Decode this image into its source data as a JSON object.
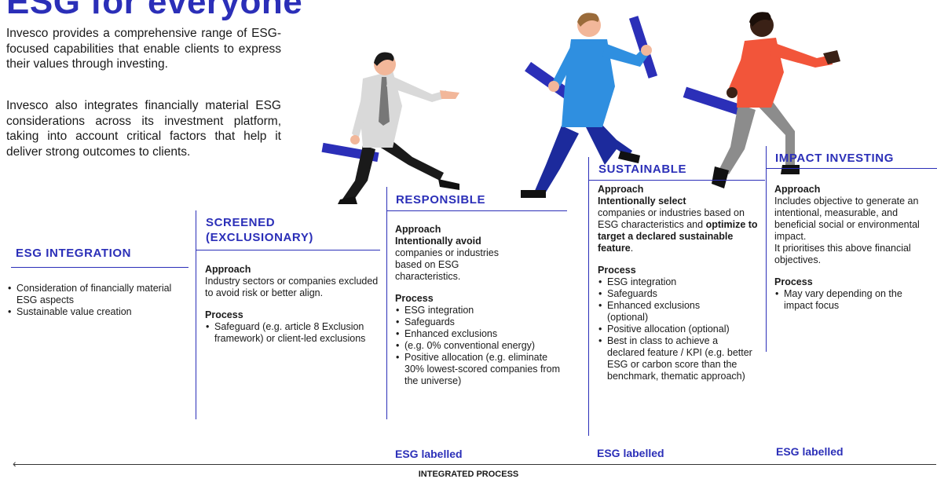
{
  "title": "ESG for everyone",
  "intro": {
    "p1": "Invesco provides a comprehensive range of ESG-focused capabilities that enable clients to express their values through investing.",
    "p2": "Invesco also integrates financially material ESG considerations across its investment platform, taking into account critical factors that help it deliver strong outcomes to clients."
  },
  "columns": [
    {
      "title": "ESG INTEGRATION",
      "process_items": [
        "Consideration of financially material ESG aspects",
        "Sustainable value creation"
      ]
    },
    {
      "title": "SCREENED (EXCLUSIONARY)",
      "approach_label": "Approach",
      "approach_text": "Industry sectors or companies excluded to avoid risk or better align.",
      "process_label": "Process",
      "process_items": [
        "Safeguard (e.g. article 8 Exclusion framework) or client-led exclusions"
      ]
    },
    {
      "title": "RESPONSIBLE",
      "approach_label": "Approach",
      "approach_bold": "Intentionally avoid",
      "approach_text": "companies or industries based on ESG characteristics.",
      "process_label": "Process",
      "process_items": [
        "ESG integration",
        "Safeguards",
        "Enhanced exclusions",
        "(e.g. 0% conventional energy)",
        "Positive allocation (e.g. eliminate 30% lowest-scored companies from the universe)"
      ],
      "footer": "ESG labelled"
    },
    {
      "title": "SUSTAINABLE",
      "approach_label": "Approach",
      "approach_bold": "Intentionally select",
      "approach_text": "companies or industries based on ESG characteristics and",
      "approach_bold2": "optimize to target a declared sustainable feature",
      "approach_end": ".",
      "process_label": "Process",
      "process_items": [
        "ESG integration",
        "Safeguards",
        "Enhanced exclusions (optional)",
        "Positive allocation (optional)",
        "Best in class to achieve a declared feature / KPI (e.g. better ESG or carbon score than the benchmark, thematic approach)"
      ],
      "footer": "ESG labelled"
    },
    {
      "title": "IMPACT INVESTING",
      "approach_label": "Approach",
      "approach_text": "Includes objective to generate an intentional, measurable, and beneficial social or environmental impact.",
      "approach_text2": "It prioritises this above financial objectives.",
      "process_label": "Process",
      "process_items": [
        "May vary depending on the impact focus"
      ],
      "footer": "ESG labelled"
    }
  ],
  "axis_label": "INTEGRATED PROCESS",
  "colors": {
    "accent": "#2b2fb8",
    "text": "#1a1a1a",
    "skin_light": "#f2b79a",
    "skin_dark": "#3a2116",
    "shirt_blue": "#2f8fe0",
    "shirt_red": "#f2553a"
  },
  "icons": {
    "arrow": "arrow-left-icon"
  }
}
